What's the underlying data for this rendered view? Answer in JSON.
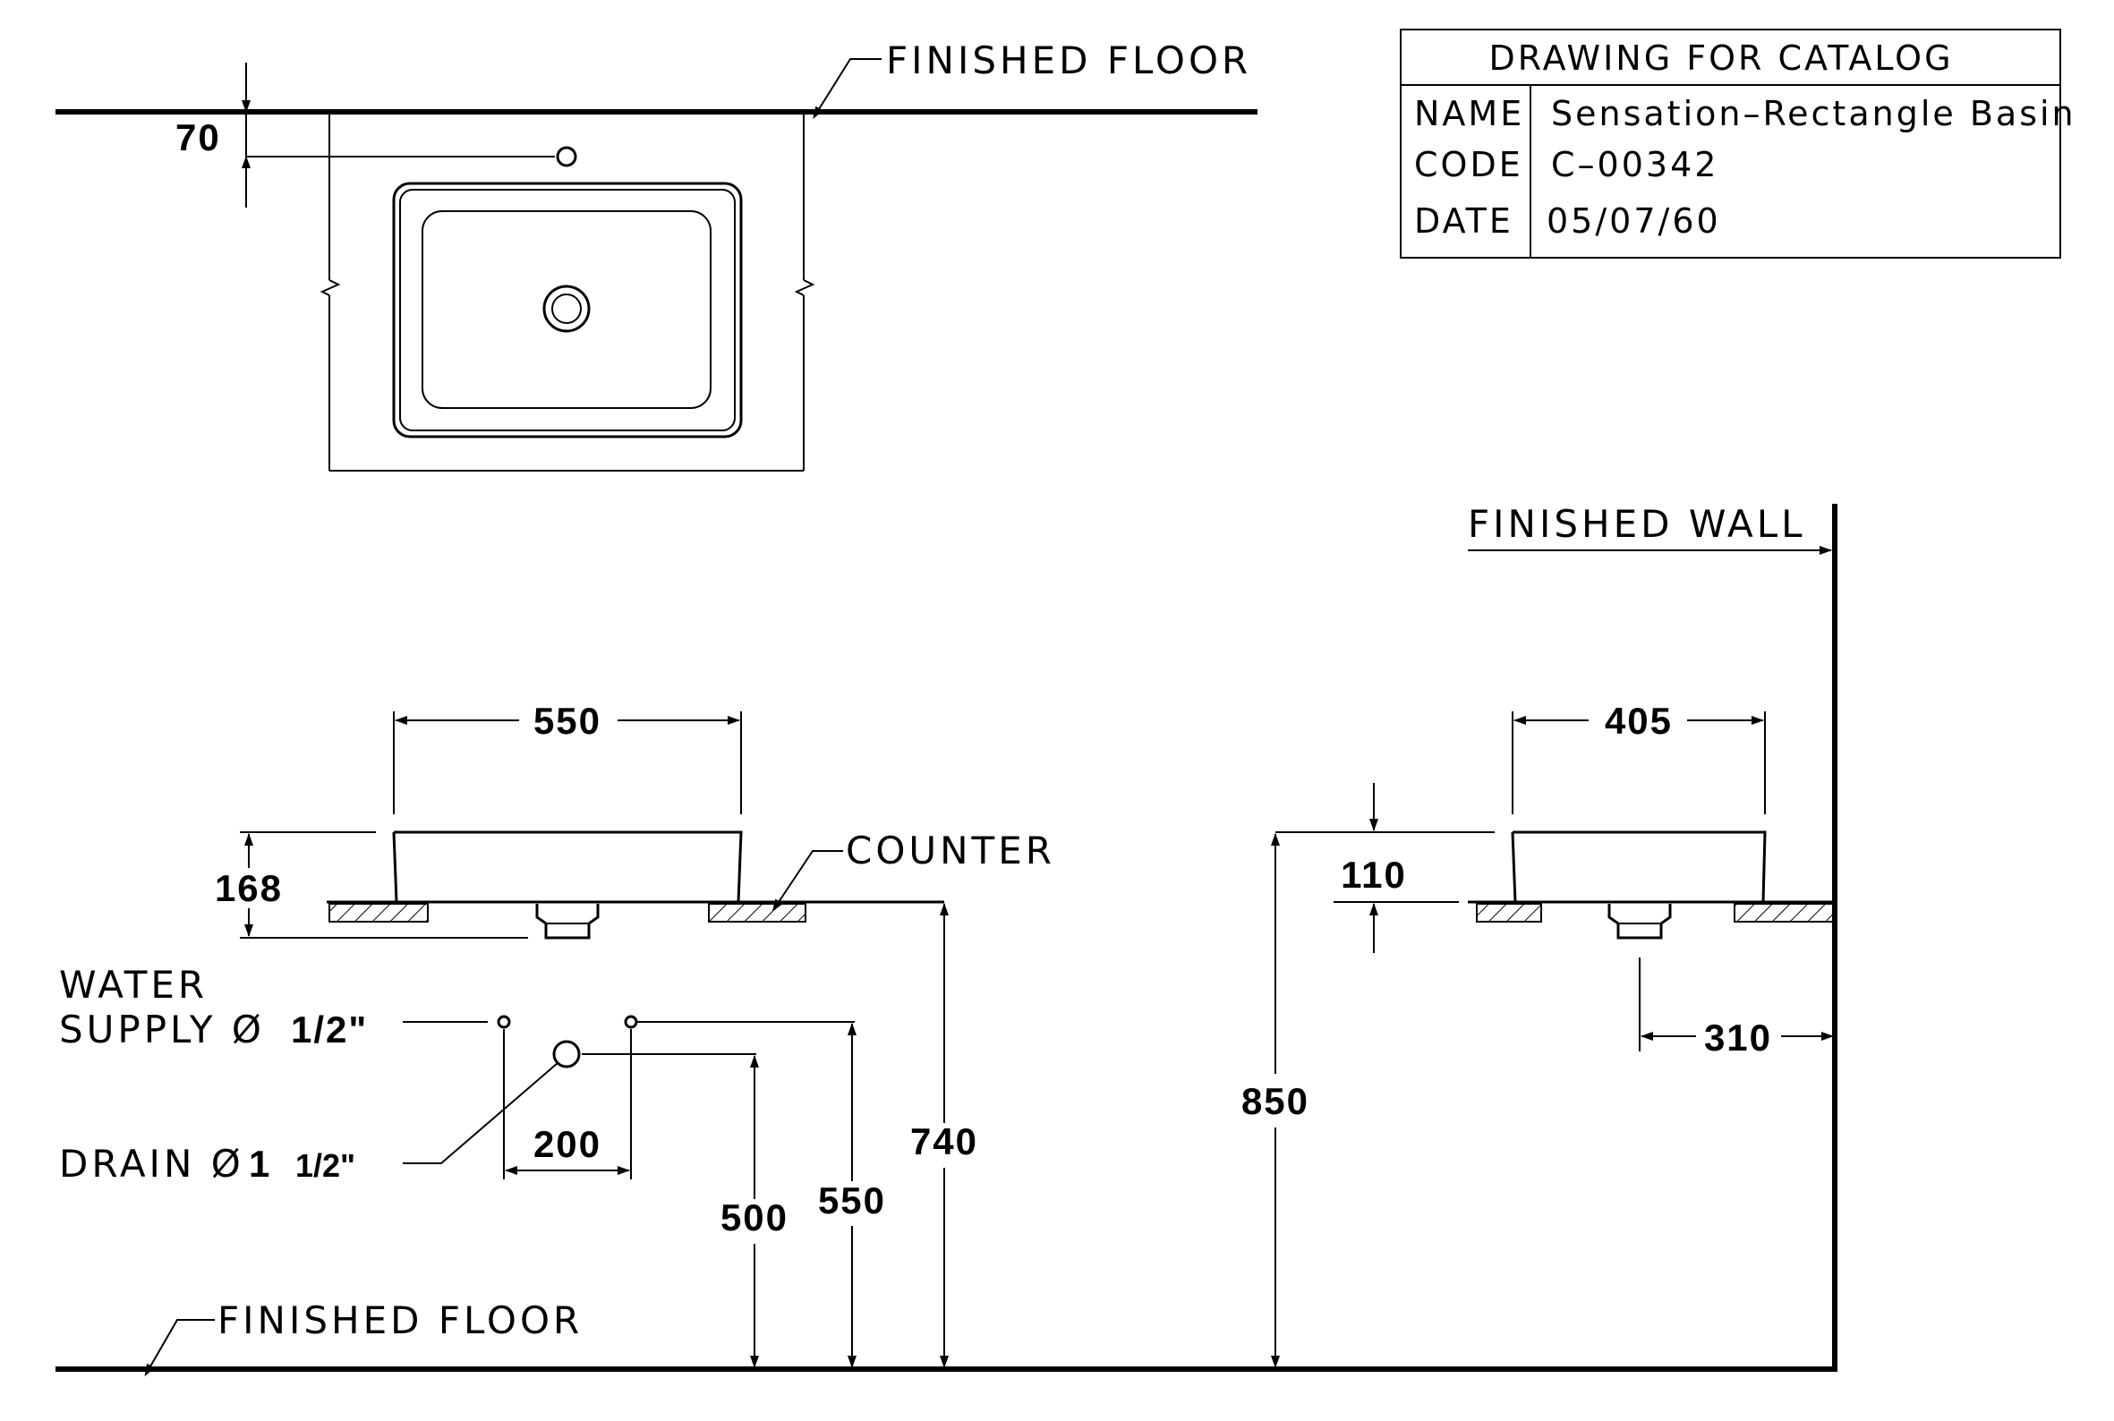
{
  "title_block": {
    "heading": "DRAWING FOR CATALOG",
    "name_label": "NAME",
    "name_value": "Sensation–Rectangle Basin",
    "code_label": "CODE",
    "code_value": "C–00342",
    "date_label": "DATE",
    "date_value": "05/07/60"
  },
  "labels": {
    "finished_floor_top": "FINISHED FLOOR",
    "finished_floor_bottom": "FINISHED FLOOR",
    "finished_wall": "FINISHED WALL",
    "counter": "COUNTER",
    "water_line1": "WATER",
    "water_line2_text": "SUPPLY Ø",
    "water_size": "1/2\"",
    "drain_text": "DRAIN Ø",
    "drain_size_whole": "1",
    "drain_size_frac": "1/2\""
  },
  "dimensions": {
    "plan_offset": "70",
    "front_width": "550",
    "front_height": "168",
    "side_width": "405",
    "side_height": "110",
    "wall_to_drain": "310",
    "supply_spacing": "200",
    "drain_height": "500",
    "supply_height": "550",
    "counter_height": "740",
    "rim_height": "850"
  }
}
